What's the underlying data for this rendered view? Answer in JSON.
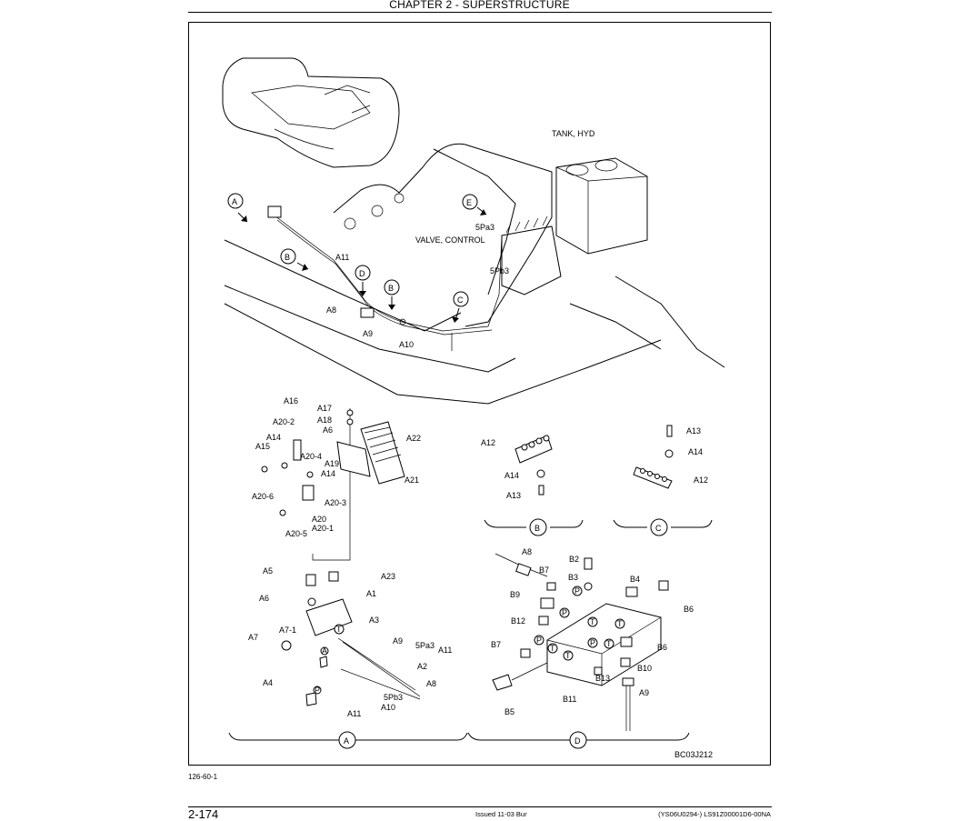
{
  "header": {
    "chapter_title": "CHAPTER 2 - SUPERSTRUCTURE"
  },
  "figure": {
    "labels": {
      "tank": "TANK, HYD",
      "valve": "VALVE, CONTROL",
      "call_A": "A",
      "call_B": "B",
      "call_C": "C",
      "call_D": "D",
      "call_E": "E",
      "pa3": "5Pa3",
      "pb3": "5Pb3",
      "a8": "A8",
      "a9": "A9",
      "a10": "A10",
      "a11": "A11",
      "a12": "A12",
      "a13": "A13",
      "a14": "A14",
      "a15": "A15",
      "a16": "A16",
      "a17": "A17",
      "a18": "A18",
      "a6": "A6",
      "a22": "A22",
      "a21": "A21",
      "a20_2": "A20-2",
      "a20_4": "A20-4",
      "a19": "A19",
      "a20_3": "A20-3",
      "a20_6": "A20-6",
      "a20": "A20",
      "a20_1": "A20-1",
      "a20_5": "A20-5",
      "a5": "A5",
      "a23": "A23",
      "a1": "A1",
      "a3": "A3",
      "a7": "A7",
      "a7_1": "A7-1",
      "a4": "A4",
      "a2": "A2",
      "b2": "B2",
      "b3": "B3",
      "b4": "B4",
      "b5": "B5",
      "b6": "B6",
      "b7": "B7",
      "b9": "B9",
      "b10": "B10",
      "b11": "B11",
      "b12": "B12",
      "b13": "B13",
      "p": "P",
      "t": "T",
      "fig_code": "BC03J212"
    }
  },
  "footer": {
    "figure_id": "126-60-1",
    "page_number": "2-174",
    "issued": "Issued 11-03   Bur",
    "doc_id": "(YS06U0294-)   LS91Z00001D6-00NA"
  }
}
